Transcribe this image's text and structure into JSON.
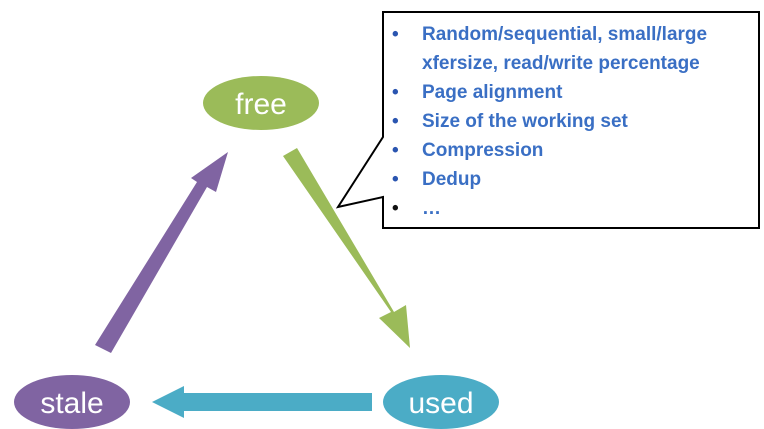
{
  "diagram": {
    "nodes": {
      "free": {
        "label": "free",
        "color": "#9bbb59"
      },
      "used": {
        "label": "used",
        "color": "#4bacc6"
      },
      "stale": {
        "label": "stale",
        "color": "#8064a2"
      }
    },
    "arrows": [
      {
        "from": "free",
        "to": "used",
        "color": "#9bbb59"
      },
      {
        "from": "used",
        "to": "stale",
        "color": "#4bacc6"
      },
      {
        "from": "stale",
        "to": "free",
        "color": "#8064a2"
      }
    ],
    "callout": {
      "items": [
        "Random/sequential, small/large xfersize, read/write percentage",
        "Page alignment",
        "Size of the working set",
        "Compression",
        "Dedup",
        "…"
      ],
      "text_color": "#3a6fc4"
    }
  }
}
